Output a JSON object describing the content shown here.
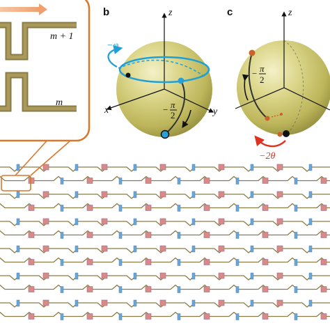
{
  "inset_a": {
    "row_upper_label": "m + 1",
    "row_lower_label": "m"
  },
  "panel_b": {
    "label": "b",
    "axis_z": "z",
    "axis_x": "x",
    "axis_y": "y",
    "angle_phi": "−φ",
    "angle_minus_sign": "−",
    "angle_pi": "π",
    "angle_two": "2"
  },
  "panel_c": {
    "label": "c",
    "axis_z": "z",
    "angle_minus_sign": "−",
    "angle_pi": "π",
    "angle_two": "2",
    "angle_theta": "−2θ"
  },
  "colors": {
    "waveguide": "#8a7b45",
    "inset_border": "#d9772b",
    "sphere": "#c9c46a",
    "equator_ring": "#1e9fd6",
    "blue_marker": "#6aa6d8",
    "red_marker": "#d98a86",
    "theta_arrow": "#e03020",
    "pole_dot": "#2a9fd8",
    "orange_dot": "#c8632a"
  },
  "icons": {
    "rotation_arrow": "curved-arrow-icon"
  }
}
